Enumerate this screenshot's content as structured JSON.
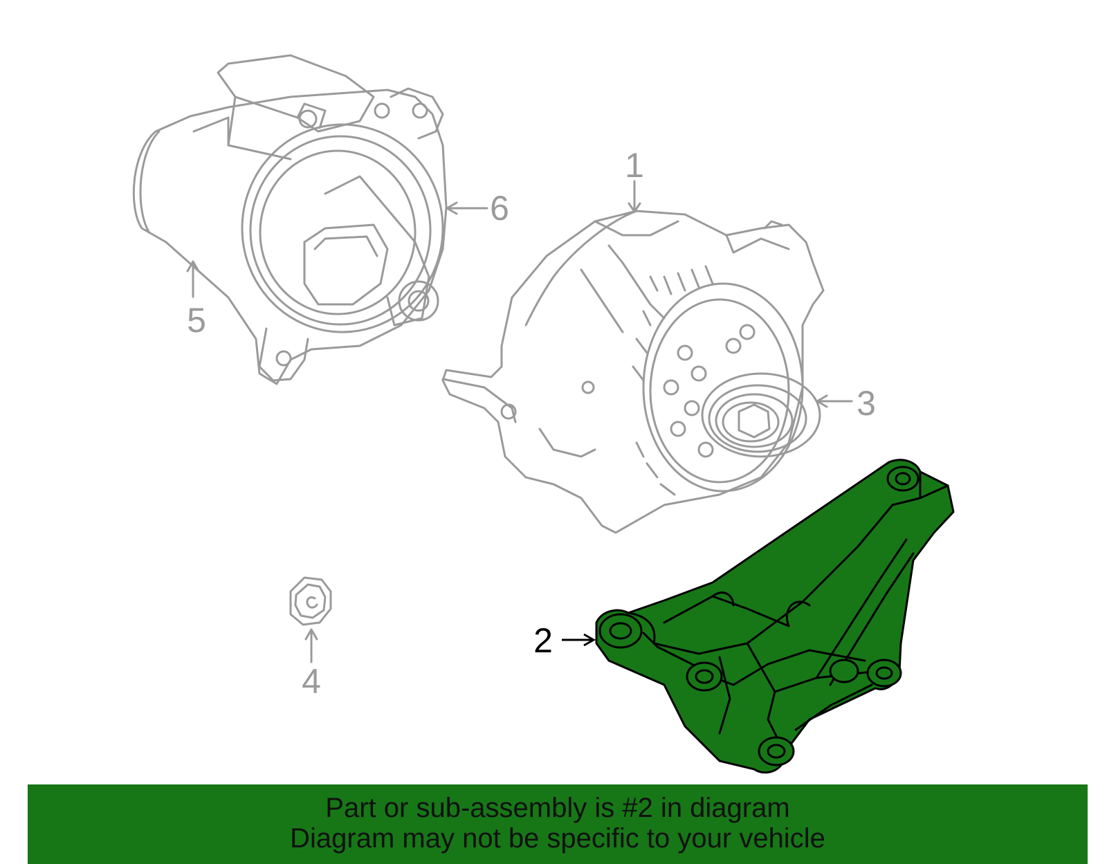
{
  "diagram": {
    "callouts": [
      "1",
      "2",
      "3",
      "4",
      "5",
      "6"
    ],
    "highlighted_part": "2",
    "part_line_color": "#9a9a9a",
    "highlight_fill": "#177717",
    "highlight_line_color": "#000000"
  },
  "banner": {
    "line1": "Part or sub-assembly is #2 in diagram",
    "line2": "Diagram may not be specific to your vehicle",
    "background": "#177717"
  }
}
